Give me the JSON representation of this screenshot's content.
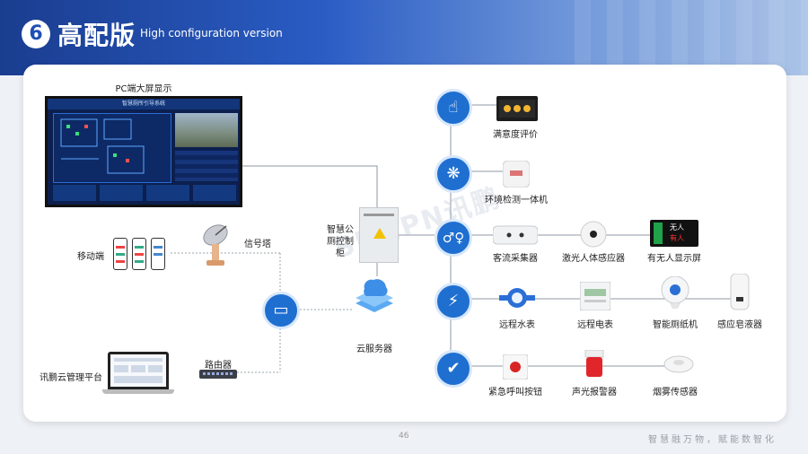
{
  "header": {
    "number": "6",
    "title": "高配版",
    "subtitle": "High configuration version"
  },
  "watermark": "SUNPN讯鹏",
  "labels": {
    "pc_screen": "PC端大屏显示",
    "mobile": "移动端",
    "signal_tower": "信号塔",
    "platform": "讯鹏云管理平台",
    "router": "路由器",
    "cabinet": "智慧公厕控制柜",
    "cloud_server": "云服务器"
  },
  "monitor": {
    "title": "智慧厕所引导系统"
  },
  "devices": {
    "satisfaction": "满意度评价",
    "env_detector": "环境检测一体机",
    "people_counter": "客流采集器",
    "laser_sensor": "激光人体感应器",
    "occupancy_display": "有无人显示屏",
    "water_meter": "远程水表",
    "electric_meter": "远程电表",
    "paper_machine": "智能厕纸机",
    "soap_dispenser": "感应皂液器",
    "emergency_button": "紧急呼叫按钮",
    "alarm": "声光报警器",
    "smoke_sensor": "烟雾传感器"
  },
  "occupancy_screen": {
    "line1": "无人",
    "line2": "有人"
  },
  "footer": {
    "page": "46",
    "slogan": "智慧融万物，赋能数智化"
  },
  "colors": {
    "primary": "#1f6fd1",
    "header": "#1a3d8f"
  }
}
